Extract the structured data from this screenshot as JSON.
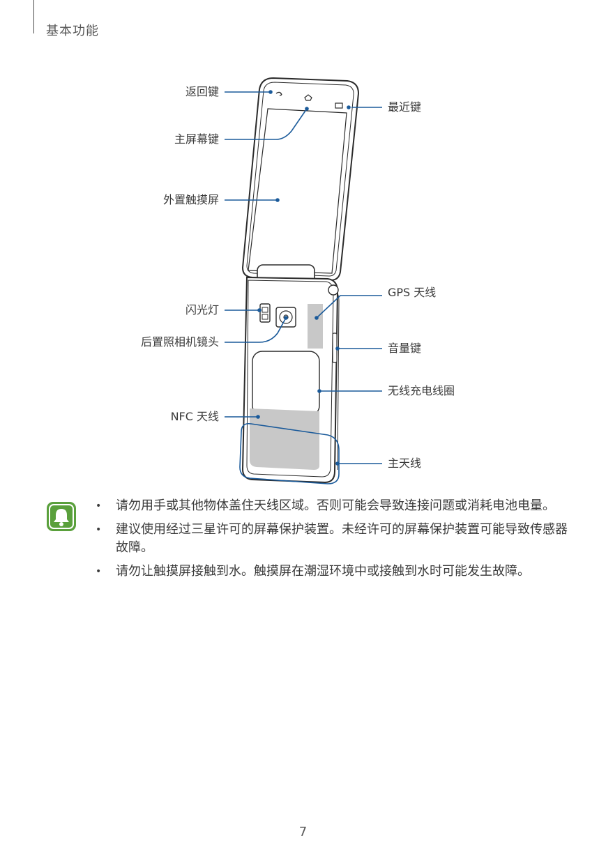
{
  "header": {
    "section_title": "基本功能"
  },
  "diagram": {
    "labels": {
      "back_key": "返回键",
      "recent_key": "最近键",
      "home_key": "主屏幕键",
      "outer_touchscreen": "外置触摸屏",
      "gps_antenna": "GPS 天线",
      "flash": "闪光灯",
      "volume_key": "音量键",
      "rear_camera": "后置照相机镜头",
      "wireless_coil": "无线充电线圈",
      "nfc_antenna": "NFC 天线",
      "main_antenna": "主天线"
    },
    "colors": {
      "callout": "#1a5a9a",
      "body_outline": "#2b2b2b",
      "antenna_fill": "#c8c8c8"
    }
  },
  "notes": {
    "icon": "bell-icon",
    "icon_color": "#5aa03c",
    "items": [
      "请勿用手或其他物体盖住天线区域。否则可能会导致连接问题或消耗电池电量。",
      "建议使用经过三星许可的屏幕保护装置。未经许可的屏幕保护装置可能导致传感器故障。",
      "请勿让触摸屏接触到水。触摸屏在潮湿环境中或接触到水时可能发生故障。"
    ],
    "bullet": "•"
  },
  "footer": {
    "page_number": "7"
  }
}
